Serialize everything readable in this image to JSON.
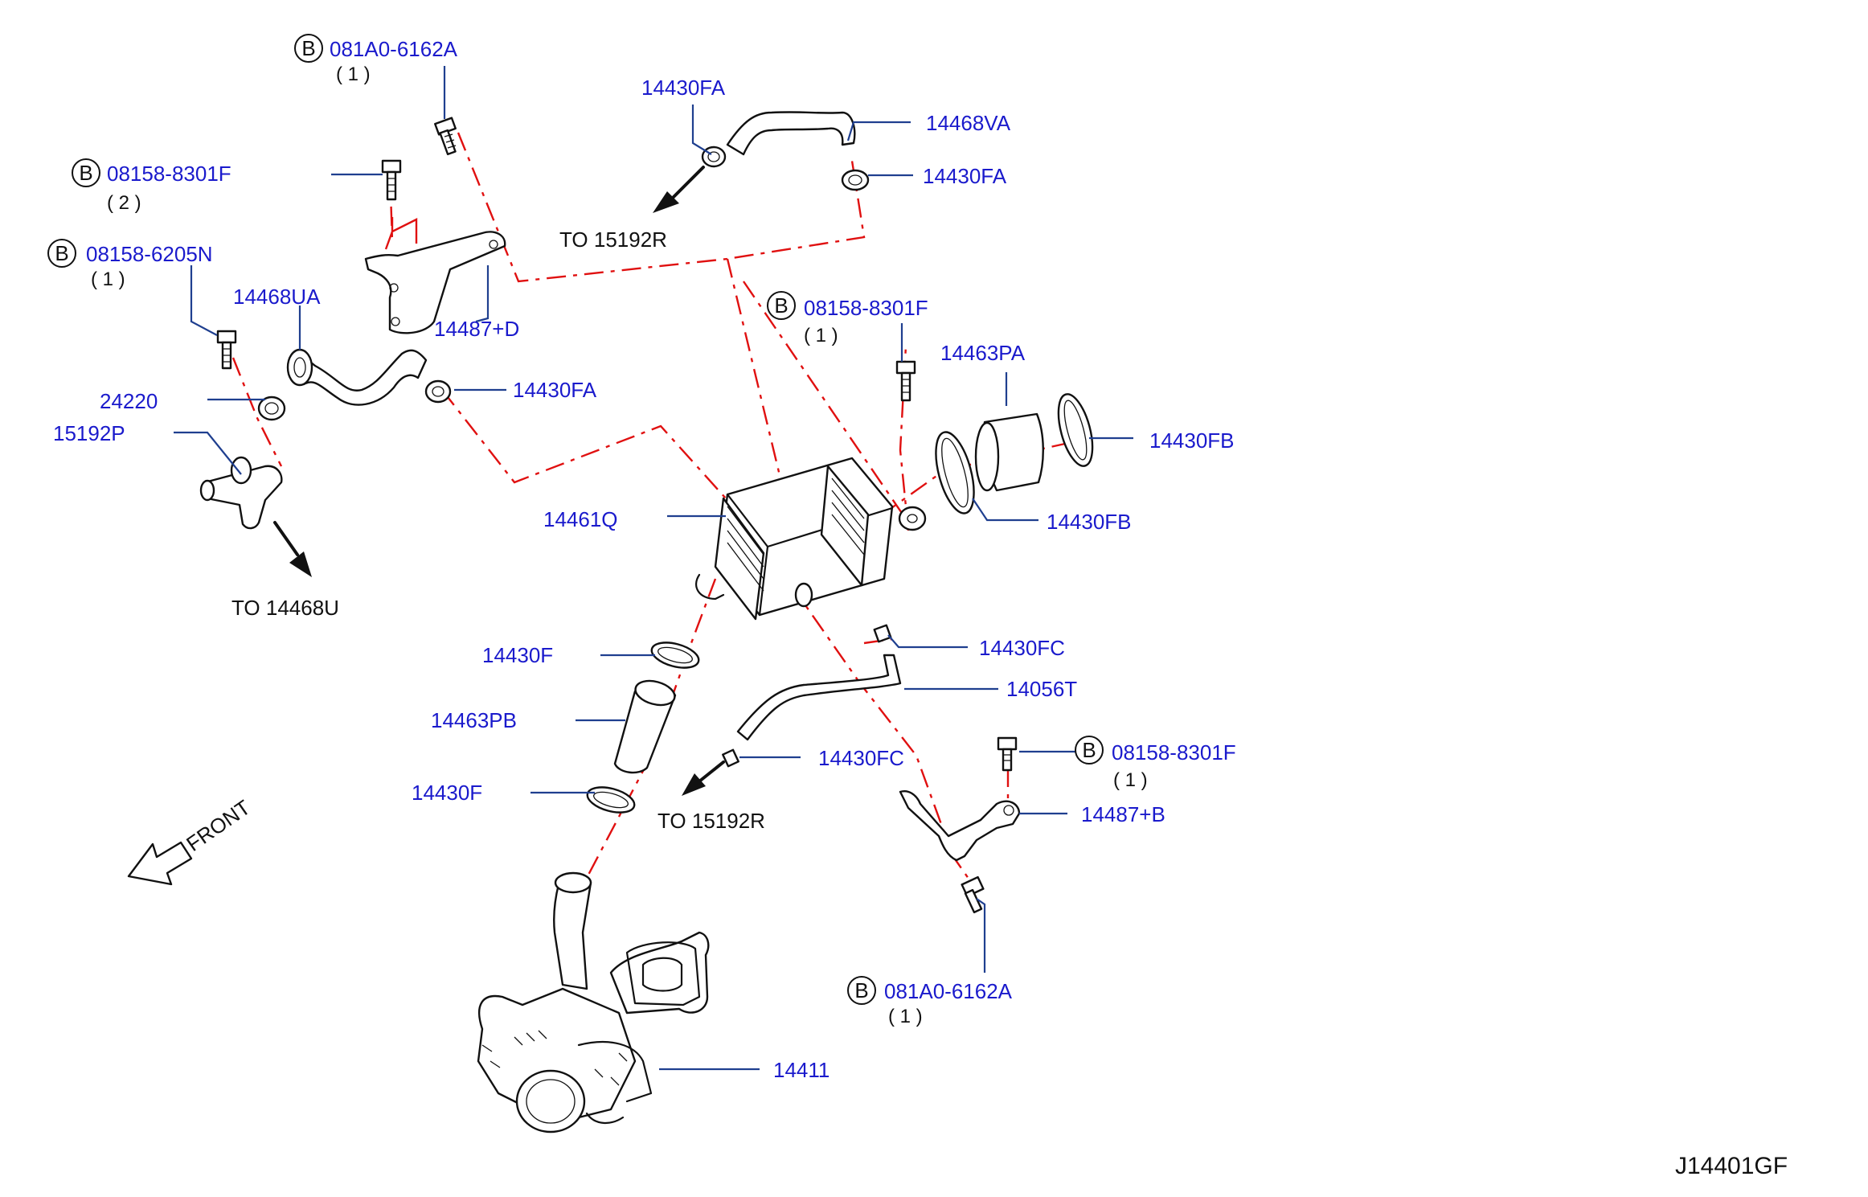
{
  "diagram_id": "J14401GF",
  "callouts": [
    {
      "code": "081A0-6162A",
      "badge": "B",
      "qty": "( 1 )"
    },
    {
      "code": "08158-8301F",
      "badge": "B",
      "qty": "( 2 )"
    },
    {
      "code": "08158-6205N",
      "badge": "B",
      "qty": "( 1 )"
    },
    {
      "code": "08158-8301F",
      "badge": "B",
      "qty": "( 1 )"
    },
    {
      "code": "08158-8301F",
      "badge": "B",
      "qty": "( 1 )"
    },
    {
      "code": "081A0-6162A",
      "badge": "B",
      "qty": "( 1 )"
    }
  ],
  "labels": [
    "14430FA",
    "14468VA",
    "14430FA",
    "14487+D",
    "14468UA",
    "14430FA",
    "24220",
    "15192P",
    "14463PA",
    "14430FB",
    "14430FB",
    "14461Q",
    "14430FC",
    "14056T",
    "14430F",
    "14463PB",
    "14430FC",
    "14430F",
    "14487+B",
    "14411"
  ],
  "to_notes": [
    "TO  15192R",
    "TO  14468U",
    "TO  15192R"
  ],
  "front_label": "FRONT",
  "colors": {
    "part_number": "#1a1acc",
    "leader": "#1f3f8f",
    "center_line": "#e01010",
    "outline": "#111111"
  }
}
